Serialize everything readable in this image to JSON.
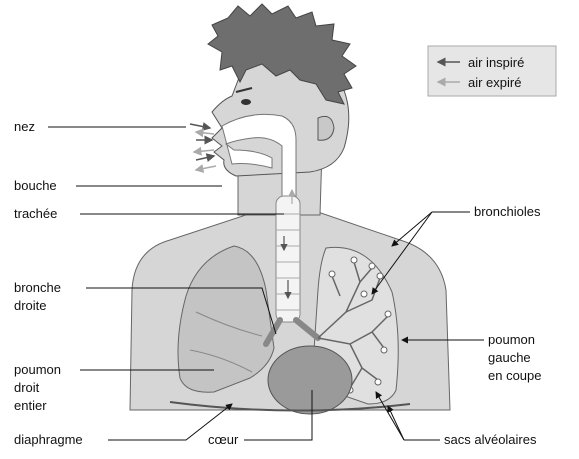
{
  "legend": {
    "inspired": "air inspiré",
    "expired": "air expiré"
  },
  "labels": {
    "nez": "nez",
    "bouche": "bouche",
    "trachee": "trachée",
    "bronche_l1": "bronche",
    "bronche_l2": "droite",
    "poumon_droit_l1": "poumon",
    "poumon_droit_l2": "droit",
    "poumon_droit_l3": "entier",
    "diaphragme": "diaphragme",
    "coeur": "cœur",
    "bronchioles": "bronchioles",
    "poumon_gauche_l1": "poumon",
    "poumon_gauche_l2": "gauche",
    "poumon_gauche_l3": "en coupe",
    "sacs": "sacs alvéolaires"
  },
  "colors": {
    "body": "#d6d6d6",
    "hair": "#6e6e6e",
    "lung": "#c4c4c4",
    "heart": "#9a9a9a",
    "inspired_arrow": "#555555",
    "expired_arrow": "#a8a8a8",
    "legend_bg": "#e6e6e6"
  }
}
